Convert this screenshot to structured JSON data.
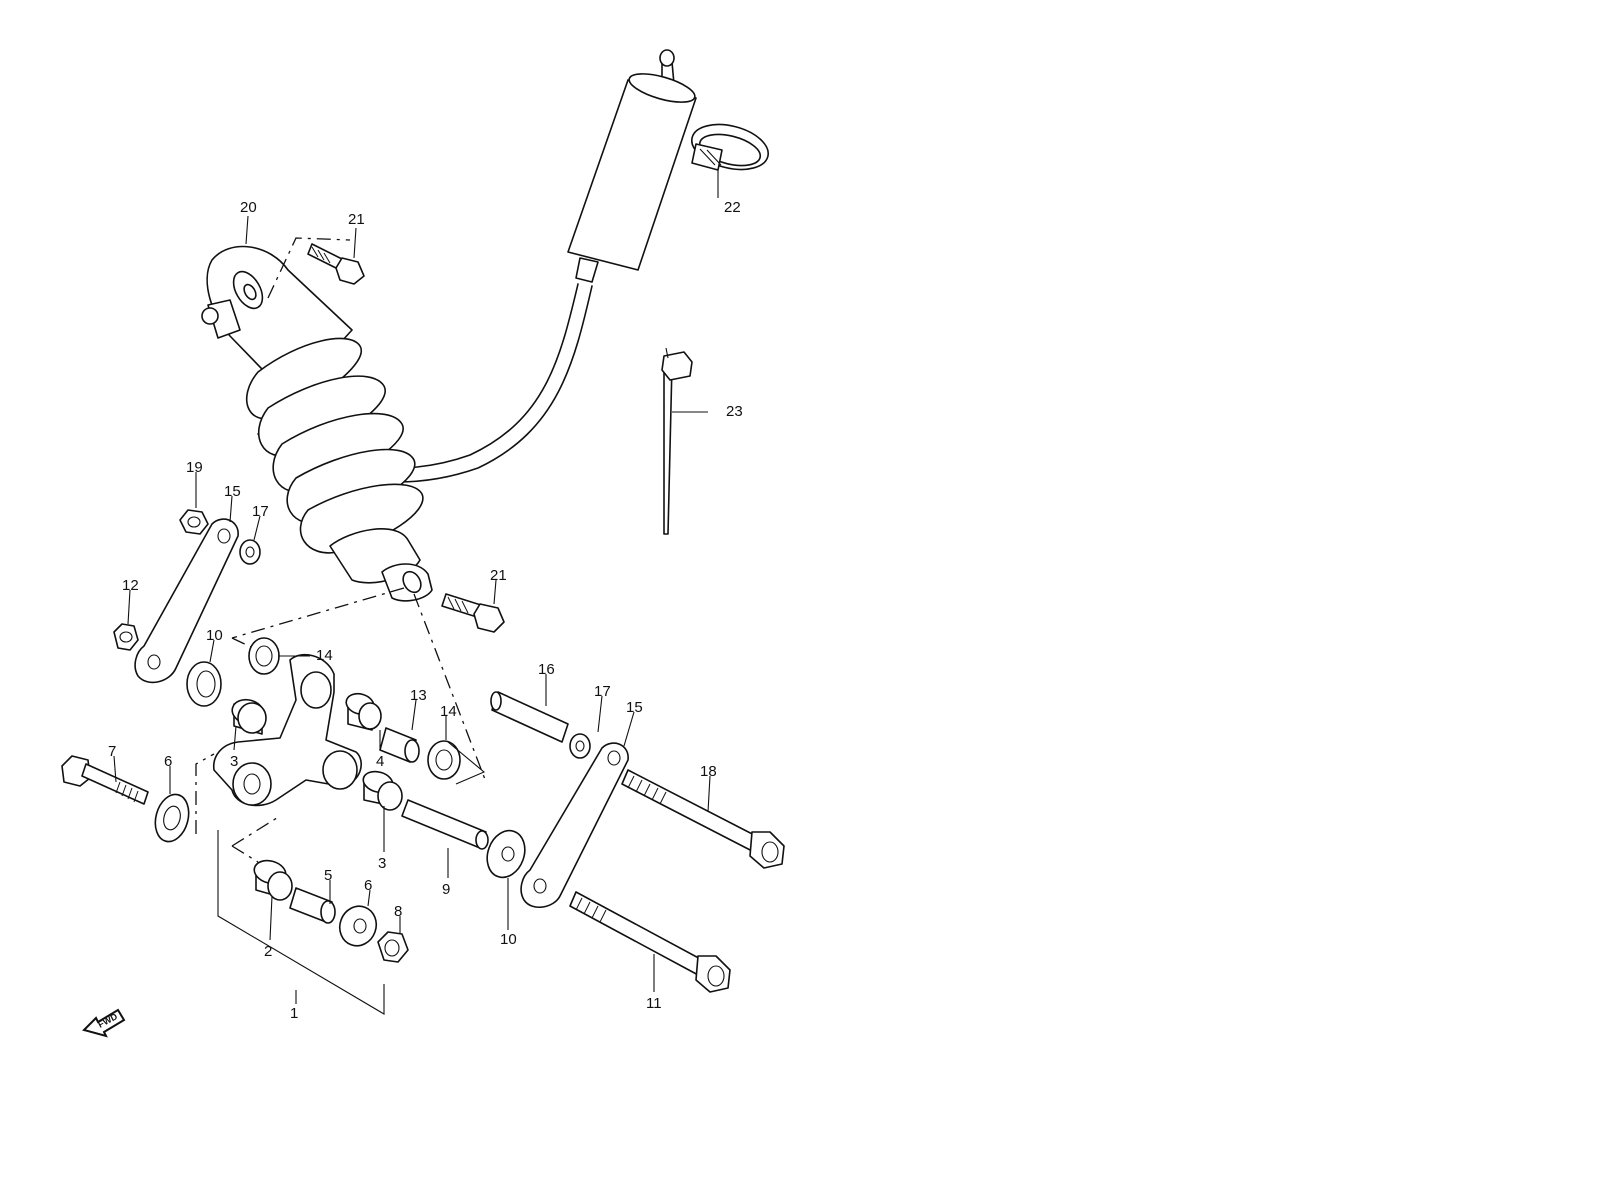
{
  "callouts": [
    "20",
    "21",
    "22",
    "23",
    "19",
    "15",
    "17",
    "12",
    "10",
    "14",
    "21",
    "16",
    "17",
    "15",
    "13",
    "14",
    "7",
    "6",
    "3",
    "4",
    "18",
    "3",
    "9",
    "10",
    "5",
    "6",
    "8",
    "2",
    "11",
    "1"
  ],
  "direction_badge": "FWD",
  "colors": {
    "line": "#111111",
    "background": "#ffffff"
  }
}
